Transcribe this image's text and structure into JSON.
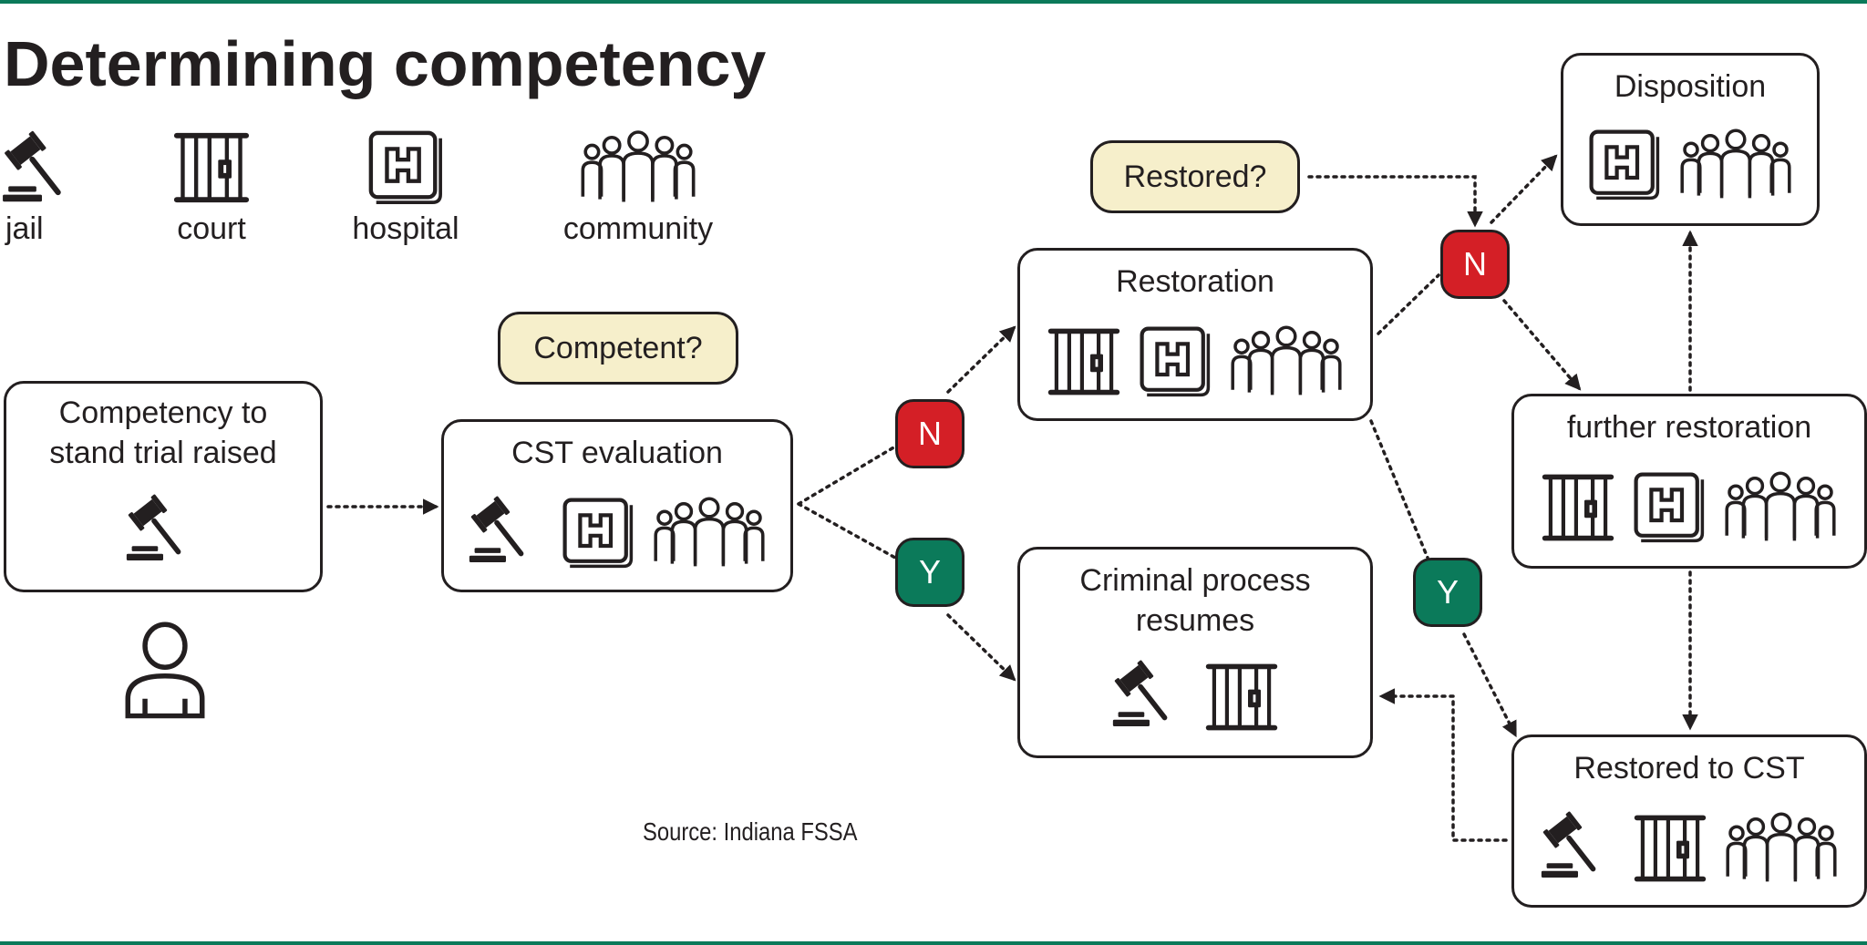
{
  "title": "Determining competency",
  "colors": {
    "accent": "#0b7a5a",
    "no": "#d41f26",
    "yes": "#0b7a5a",
    "question_fill": "#f6efcb"
  },
  "legend": [
    {
      "icon": "gavel-icon",
      "label": "jail"
    },
    {
      "icon": "jail-bars-icon",
      "label": "court"
    },
    {
      "icon": "hospital-icon",
      "label": "hospital"
    },
    {
      "icon": "community-icon",
      "label": "community"
    }
  ],
  "nodes": {
    "raised": {
      "title": "Competency to stand trial raised",
      "line1": "Competency to",
      "line2": "stand trial raised",
      "icons": [
        "gavel-icon"
      ]
    },
    "evaluation": {
      "title": "CST evaluation",
      "icons": [
        "gavel-icon",
        "hospital-icon",
        "community-icon"
      ]
    },
    "restoration": {
      "title": "Restoration",
      "icons": [
        "jail-bars-icon",
        "hospital-icon",
        "community-icon"
      ]
    },
    "criminal": {
      "line1": "Criminal process",
      "line2": "resumes",
      "icons": [
        "gavel-icon",
        "jail-bars-icon"
      ]
    },
    "disposition": {
      "title": "Disposition",
      "icons": [
        "hospital-icon",
        "community-icon"
      ]
    },
    "further": {
      "title": "further restoration",
      "icons": [
        "jail-bars-icon",
        "hospital-icon",
        "community-icon"
      ]
    },
    "restored_cst": {
      "title": "Restored to CST",
      "icons": [
        "gavel-icon",
        "jail-bars-icon",
        "community-icon"
      ]
    }
  },
  "questions": {
    "competent": "Competent?",
    "restored": "Restored?"
  },
  "decisions": {
    "no": "N",
    "yes": "Y"
  },
  "source": "Source: Indiana FSSA"
}
